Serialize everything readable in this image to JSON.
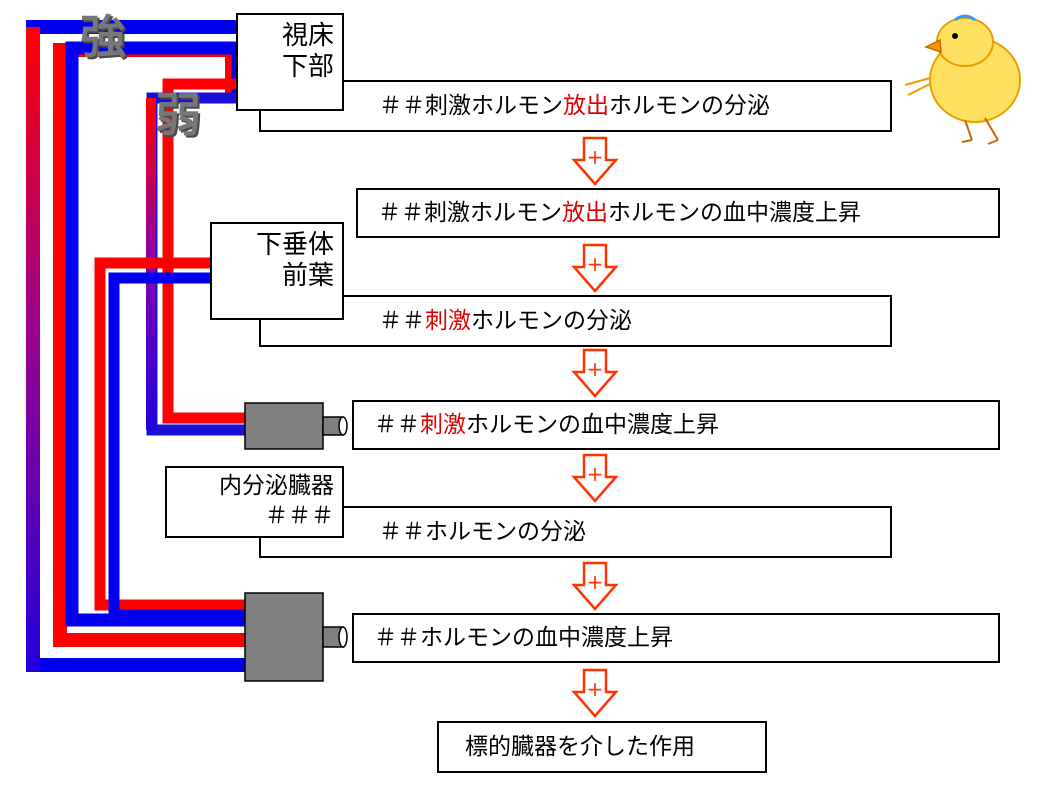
{
  "diagram": {
    "strong_label": "強",
    "weak_label": "弱",
    "hypothalamus": {
      "line1": "視床",
      "line2": "下部"
    },
    "pituitary": {
      "line1": "下垂体",
      "line2": "前葉"
    },
    "endocrine": {
      "line1": "内分泌臓器",
      "line2": "＃＃＃"
    },
    "steps": [
      {
        "parts": [
          "＃＃刺激ホルモン",
          "放出",
          "ホルモンの分泌"
        ]
      },
      {
        "parts": [
          "＃＃刺激ホルモン",
          "放出",
          "ホルモンの血中濃度上昇"
        ]
      },
      {
        "parts": [
          "＃＃",
          "刺激",
          "ホルモンの分泌"
        ]
      },
      {
        "parts": [
          "＃＃",
          "刺激",
          "ホルモンの血中濃度上昇"
        ]
      },
      {
        "parts": [
          "＃＃ホルモンの分泌"
        ]
      },
      {
        "parts": [
          "＃＃ホルモンの血中濃度上昇"
        ]
      }
    ],
    "final_step": "標的臓器を介した作用",
    "arrow_sign": "+",
    "colors": {
      "highlight": "#e00000",
      "strong_feedback": "#ff0000",
      "weak_feedback": "#0000ee",
      "arrow": "#ff3300",
      "tank": "#808080"
    }
  }
}
